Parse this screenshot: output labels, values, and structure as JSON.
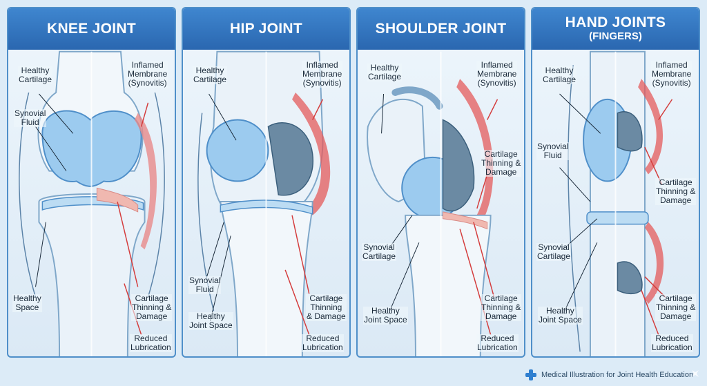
{
  "colors": {
    "header_blue": "#2f74bf",
    "cartilage_blue": "#9ccbef",
    "inflamed_red": "#e45b5b",
    "bone": "#f2f7fb",
    "damage_gray": "#5f7f97"
  },
  "panels": [
    {
      "title": "KNEE JOINT",
      "subtitle": "",
      "labels": {
        "top_left_1": "Healthy\nCartilage",
        "top_left_2": "Synovial\nFluid",
        "top_right": "Inflamed\nMembrane\n(Synovitis)",
        "bottom_left_1": "Healthy\nSpace",
        "bottom_right_1": "Cartilage\nThinning &\nDamage",
        "bottom_right_2": "Reduced\nLubrication"
      }
    },
    {
      "title": "HIP JOINT",
      "subtitle": "",
      "labels": {
        "top_left_1": "Healthy\nCartilage",
        "top_right": "Inflamed\nMembrane\n(Synovitis)",
        "bottom_left_1": "Synovial\nFluid",
        "bottom_left_2": "Healthy\nJoint Space",
        "bottom_right_1": "Cartilage\nThinning\n& Damage",
        "bottom_right_2": "Reduced\nLubrication"
      }
    },
    {
      "title": "SHOULDER JOINT",
      "subtitle": "",
      "labels": {
        "top_left_1": "Healthy\nCartilage",
        "top_right": "Inflamed\nMembrane\n(Synovitis)",
        "mid_right": "Cartilage\nThinning &\nDamage",
        "bottom_left_1": "Synovial\nCartilage",
        "bottom_left_2": "Healthy\nJoint Space",
        "bottom_right_1": "Cartilage\nThinning &\nDamage",
        "bottom_right_2": "Reduced\nLubrication"
      }
    },
    {
      "title": "HAND JOINTS",
      "subtitle": "(FINGERS)",
      "labels": {
        "top_left_1": "Healthy\nCartilage",
        "top_left_2": "Synovial\nFluid",
        "top_right": "Inflamed\nMembrane\n(Synovitis)",
        "mid_right": "Cartilage\nThinning &\nDamage",
        "bottom_left_1": "Synovial\nCartilage",
        "bottom_left_2": "Healthy\nJoint Space",
        "bottom_right_1": "Cartilage\nThinning &\nDamage",
        "bottom_right_2": "Reduced\nLubrication"
      }
    }
  ],
  "footer": {
    "icon": "medical-cross-icon",
    "text": "Medical Illustration for Joint Health Education"
  }
}
